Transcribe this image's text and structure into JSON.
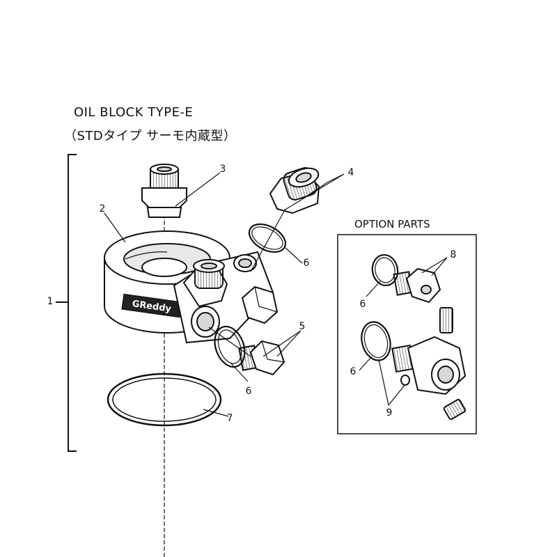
{
  "title": {
    "line1": "OIL BLOCK TYPE-E",
    "line2": "（STDタイプ サーモ内蔵型）"
  },
  "option_box": {
    "label": "OPTION PARTS"
  },
  "brand_plate": "GReddy",
  "callouts": {
    "c1": "1",
    "c2": "2",
    "c3": "3",
    "c4": "4",
    "c5": "5",
    "c6a": "6",
    "c6b": "6",
    "c7": "7",
    "c8": "8",
    "c6c": "6",
    "c6d": "6",
    "c9": "9"
  },
  "colors": {
    "line": "#111111",
    "fill": "#ffffff",
    "shade": "#d8d8d8"
  }
}
